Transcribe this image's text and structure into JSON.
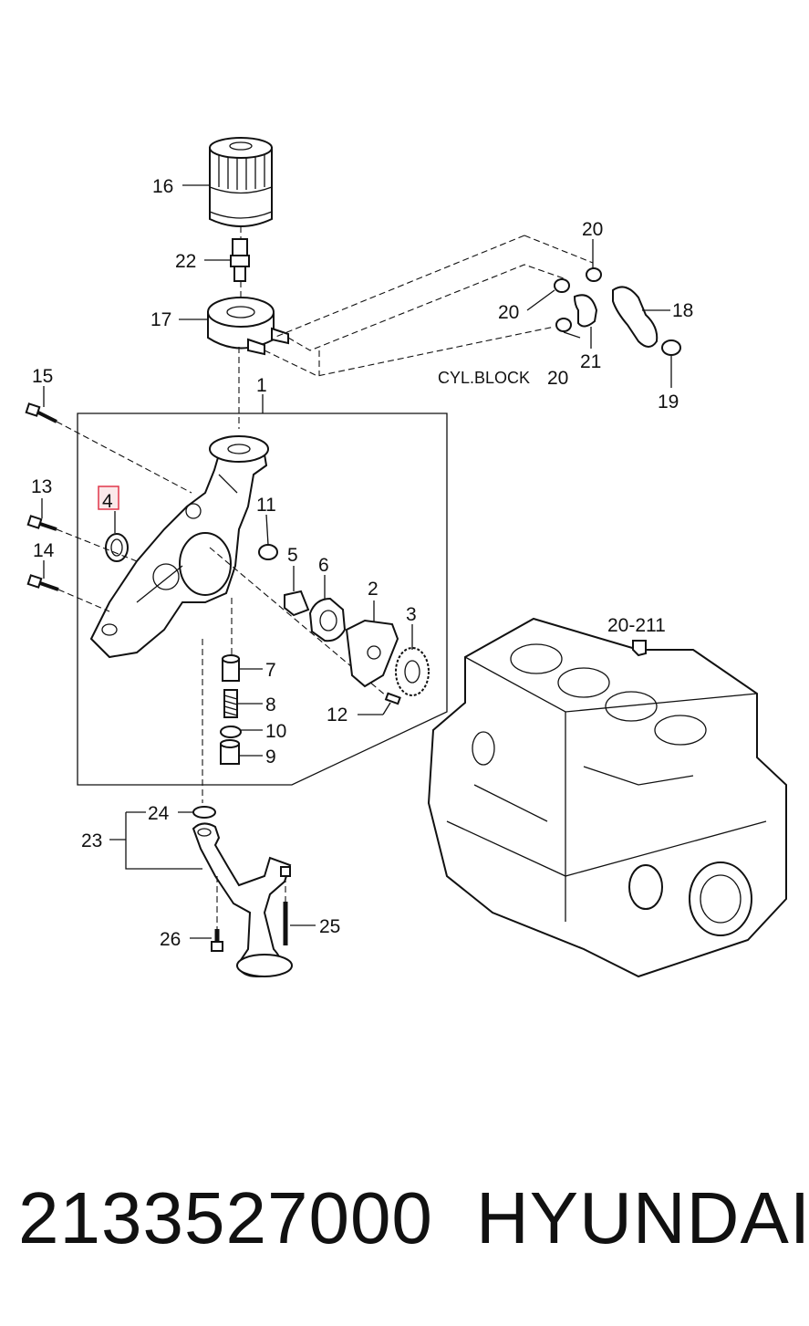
{
  "diagram": {
    "callouts": {
      "c1": "1",
      "c2": "2",
      "c3": "3",
      "c4": "4",
      "c5": "5",
      "c6": "6",
      "c7": "7",
      "c8": "8",
      "c9": "9",
      "c10": "10",
      "c11": "11",
      "c12": "12",
      "c13": "13",
      "c14": "14",
      "c15": "15",
      "c16": "16",
      "c17": "17",
      "c18": "18",
      "c19": "19",
      "c20a": "20",
      "c20b": "20",
      "c20c": "20",
      "c21": "21",
      "c22": "22",
      "c23": "23",
      "c24": "24",
      "c25": "25",
      "c26": "26",
      "c20_211": "20-211"
    },
    "cyl_block_label": "CYL.BLOCK",
    "highlighted_callout": "4",
    "colors": {
      "line": "#111111",
      "highlight_fill": "#fbe9ea",
      "highlight_stroke": "#e0364a"
    }
  },
  "footer": {
    "part_number": "2133527000",
    "brand": "HYUNDAI"
  }
}
